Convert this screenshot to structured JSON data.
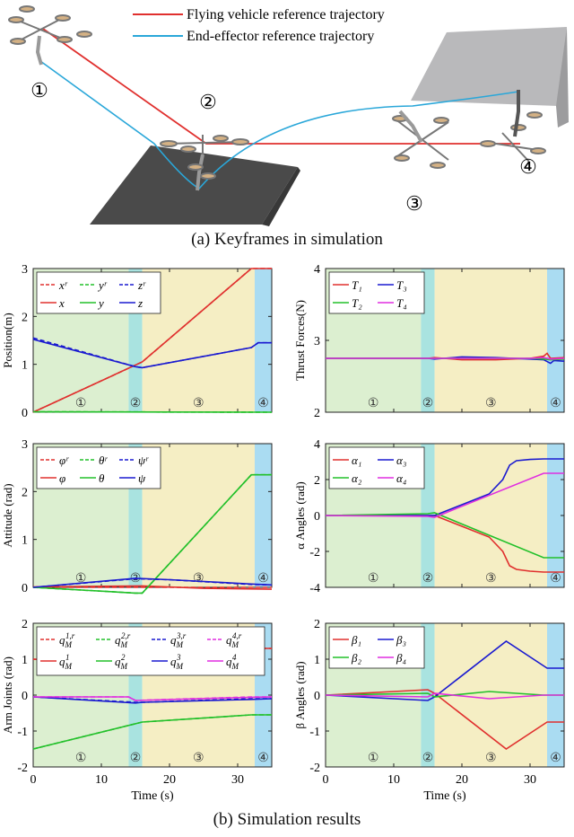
{
  "scene": {
    "legend": [
      {
        "label": "Flying vehicle reference trajectory",
        "color": "#e0302e"
      },
      {
        "label": "End-effector reference trajectory",
        "color": "#2aa7d9"
      }
    ],
    "markers": [
      "①",
      "②",
      "③",
      "④"
    ],
    "caption": "(a) Keyframes in simulation"
  },
  "caption_b": "(b) Simulation results",
  "phases": {
    "labels": [
      "①",
      "②",
      "③",
      "④"
    ],
    "bounds": [
      0,
      14,
      16,
      32.5,
      35
    ],
    "colors": [
      "#dcefd0",
      "#a9e3e0",
      "#f5eec4",
      "#aadcf2"
    ]
  },
  "chart_data": [
    {
      "type": "line",
      "ylabel": "Position(m)",
      "xlim": [
        0,
        35
      ],
      "ylim": [
        0,
        3
      ],
      "yticks": [
        0,
        1,
        2,
        3
      ],
      "xticks": [
        0,
        10,
        20,
        30
      ],
      "xticklabels": [
        "",
        "",
        "",
        ""
      ],
      "legend_cols": 3,
      "series": [
        {
          "name": "xʳ",
          "color": "#e0302e",
          "dash": true,
          "points": [
            [
              0,
              0
            ],
            [
              16,
              1.05
            ],
            [
              32,
              3.0
            ],
            [
              35,
              3.0
            ]
          ]
        },
        {
          "name": "yʳ",
          "color": "#22c02a",
          "dash": true,
          "points": [
            [
              0,
              0.01
            ],
            [
              35,
              0.0
            ]
          ]
        },
        {
          "name": "zʳ",
          "color": "#1a1ad0",
          "dash": true,
          "points": [
            [
              0,
              1.55
            ],
            [
              15,
              0.95
            ],
            [
              16,
              0.93
            ],
            [
              32,
              1.35
            ],
            [
              33,
              1.45
            ],
            [
              35,
              1.45
            ]
          ]
        },
        {
          "name": "x",
          "color": "#e0302e",
          "dash": false,
          "points": [
            [
              0,
              0
            ],
            [
              16,
              1.05
            ],
            [
              32,
              3.0
            ],
            [
              35,
              3.0
            ]
          ]
        },
        {
          "name": "y",
          "color": "#22c02a",
          "dash": false,
          "points": [
            [
              0,
              0.01
            ],
            [
              35,
              0.0
            ]
          ]
        },
        {
          "name": "z",
          "color": "#1a1ad0",
          "dash": false,
          "points": [
            [
              0,
              1.52
            ],
            [
              15,
              0.95
            ],
            [
              16,
              0.93
            ],
            [
              32,
              1.35
            ],
            [
              33,
              1.45
            ],
            [
              35,
              1.45
            ]
          ]
        }
      ]
    },
    {
      "type": "line",
      "ylabel": "Thrust Forces(N)",
      "xlim": [
        0,
        35
      ],
      "ylim": [
        2,
        4
      ],
      "yticks": [
        2,
        3,
        4
      ],
      "xticks": [
        0,
        10,
        20,
        30
      ],
      "xticklabels": [
        "",
        "",
        "",
        ""
      ],
      "legend_cols": 2,
      "series": [
        {
          "name": "T₁",
          "color": "#e0302e",
          "dash": false,
          "points": [
            [
              0,
              2.75
            ],
            [
              15,
              2.75
            ],
            [
              16,
              2.76
            ],
            [
              20,
              2.73
            ],
            [
              25,
              2.73
            ],
            [
              30,
              2.75
            ],
            [
              32,
              2.78
            ],
            [
              32.5,
              2.82
            ],
            [
              33,
              2.75
            ],
            [
              35,
              2.76
            ]
          ]
        },
        {
          "name": "T₃",
          "color": "#1a1ad0",
          "dash": false,
          "points": [
            [
              0,
              2.75
            ],
            [
              15,
              2.75
            ],
            [
              16,
              2.74
            ],
            [
              20,
              2.77
            ],
            [
              25,
              2.76
            ],
            [
              30,
              2.74
            ],
            [
              32,
              2.73
            ],
            [
              33,
              2.68
            ],
            [
              33.5,
              2.72
            ],
            [
              35,
              2.71
            ]
          ]
        },
        {
          "name": "T₂",
          "color": "#22c02a",
          "dash": false,
          "points": [
            [
              0,
              2.75
            ],
            [
              16,
              2.75
            ],
            [
              20,
              2.75
            ],
            [
              25,
              2.75
            ],
            [
              30,
              2.75
            ],
            [
              32,
              2.74
            ],
            [
              33,
              2.73
            ],
            [
              35,
              2.74
            ]
          ]
        },
        {
          "name": "T₄",
          "color": "#e02ee0",
          "dash": false,
          "points": [
            [
              0,
              2.75
            ],
            [
              16,
              2.75
            ],
            [
              20,
              2.75
            ],
            [
              25,
              2.75
            ],
            [
              30,
              2.75
            ],
            [
              32,
              2.76
            ],
            [
              33,
              2.74
            ],
            [
              35,
              2.75
            ]
          ]
        }
      ]
    },
    {
      "type": "line",
      "ylabel": "Attitude (rad)",
      "xlim": [
        0,
        35
      ],
      "ylim": [
        0,
        3
      ],
      "yticks": [
        0,
        1,
        2,
        3
      ],
      "xticks": [
        0,
        10,
        20,
        30
      ],
      "xticklabels": [
        "",
        "",
        "",
        ""
      ],
      "legend_cols": 3,
      "series": [
        {
          "name": "φʳ",
          "color": "#e0302e",
          "dash": true,
          "points": [
            [
              0,
              0
            ],
            [
              35,
              0
            ]
          ]
        },
        {
          "name": "θʳ",
          "color": "#22c02a",
          "dash": true,
          "points": [
            [
              0,
              0
            ],
            [
              15,
              -0.12
            ],
            [
              16,
              -0.12
            ],
            [
              32,
              2.35
            ],
            [
              35,
              2.35
            ]
          ]
        },
        {
          "name": "ψʳ",
          "color": "#1a1ad0",
          "dash": true,
          "points": [
            [
              0,
              0
            ],
            [
              15,
              0.18
            ],
            [
              20,
              0.16
            ],
            [
              32,
              0.06
            ],
            [
              35,
              0.05
            ]
          ]
        },
        {
          "name": "φ",
          "color": "#e0302e",
          "dash": false,
          "points": [
            [
              0,
              0.01
            ],
            [
              16,
              0.03
            ],
            [
              25,
              -0.02
            ],
            [
              35,
              -0.04
            ]
          ]
        },
        {
          "name": "θ",
          "color": "#22c02a",
          "dash": false,
          "points": [
            [
              0,
              0
            ],
            [
              15,
              -0.12
            ],
            [
              16,
              -0.12
            ],
            [
              32,
              2.35
            ],
            [
              35,
              2.35
            ]
          ]
        },
        {
          "name": "ψ",
          "color": "#1a1ad0",
          "dash": false,
          "points": [
            [
              0,
              0
            ],
            [
              15,
              0.19
            ],
            [
              20,
              0.16
            ],
            [
              32,
              0.07
            ],
            [
              35,
              0.05
            ]
          ]
        }
      ]
    },
    {
      "type": "line",
      "ylabel": "α Angles (rad)",
      "xlim": [
        0,
        35
      ],
      "ylim": [
        -4,
        4
      ],
      "yticks": [
        -4,
        -2,
        0,
        2,
        4
      ],
      "xticks": [
        0,
        10,
        20,
        30
      ],
      "xticklabels": [
        "",
        "",
        "",
        ""
      ],
      "legend_cols": 2,
      "series": [
        {
          "name": "α₁",
          "color": "#e0302e",
          "dash": false,
          "points": [
            [
              0,
              0
            ],
            [
              16,
              0
            ],
            [
              20,
              -0.6
            ],
            [
              24,
              -1.2
            ],
            [
              26,
              -2.0
            ],
            [
              27,
              -2.8
            ],
            [
              28,
              -3.0
            ],
            [
              30,
              -3.1
            ],
            [
              32,
              -3.15
            ],
            [
              35,
              -3.15
            ]
          ]
        },
        {
          "name": "α₃",
          "color": "#1a1ad0",
          "dash": false,
          "points": [
            [
              0,
              0
            ],
            [
              16,
              0
            ],
            [
              20,
              0.6
            ],
            [
              24,
              1.2
            ],
            [
              26,
              2.0
            ],
            [
              27,
              2.8
            ],
            [
              28,
              3.05
            ],
            [
              30,
              3.12
            ],
            [
              32,
              3.15
            ],
            [
              35,
              3.15
            ]
          ]
        },
        {
          "name": "α₂",
          "color": "#22c02a",
          "dash": false,
          "points": [
            [
              0,
              0
            ],
            [
              15,
              0.1
            ],
            [
              16,
              0.15
            ],
            [
              32,
              -2.35
            ],
            [
              35,
              -2.35
            ]
          ]
        },
        {
          "name": "α₄",
          "color": "#e02ee0",
          "dash": false,
          "points": [
            [
              0,
              0
            ],
            [
              15,
              -0.05
            ],
            [
              16,
              -0.1
            ],
            [
              32,
              2.35
            ],
            [
              35,
              2.35
            ]
          ]
        }
      ]
    },
    {
      "type": "line",
      "ylabel": "Arm Joints (rad)",
      "xlim": [
        0,
        35
      ],
      "ylim": [
        -2,
        2
      ],
      "yticks": [
        -2,
        -1,
        0,
        1,
        2
      ],
      "xticks": [
        0,
        10,
        20,
        30
      ],
      "xticklabels": [
        "0",
        "10",
        "20",
        "30"
      ],
      "xlabel": "Time (s)",
      "legend_cols": 4,
      "series": [
        {
          "name": "q_M^{1,r}",
          "color": "#e0302e",
          "dash": true,
          "points": [
            [
              0,
              1.0
            ],
            [
              15,
              0.9
            ],
            [
              16,
              0.9
            ],
            [
              32,
              1.3
            ],
            [
              35,
              1.3
            ]
          ]
        },
        {
          "name": "q_M^{2,r}",
          "color": "#22c02a",
          "dash": true,
          "points": [
            [
              0,
              -1.5
            ],
            [
              16,
              -0.75
            ],
            [
              32,
              -0.55
            ],
            [
              35,
              -0.55
            ]
          ]
        },
        {
          "name": "q_M^{3,r}",
          "color": "#1a1ad0",
          "dash": true,
          "points": [
            [
              0,
              -0.05
            ],
            [
              15,
              -0.2
            ],
            [
              16,
              -0.2
            ],
            [
              32,
              -0.1
            ],
            [
              35,
              -0.1
            ]
          ]
        },
        {
          "name": "q_M^{4,r}",
          "color": "#e02ee0",
          "dash": true,
          "points": [
            [
              0,
              -0.05
            ],
            [
              14,
              -0.05
            ],
            [
              15,
              -0.15
            ],
            [
              32,
              -0.05
            ],
            [
              35,
              -0.05
            ]
          ]
        },
        {
          "name": "q_M^1",
          "color": "#e0302e",
          "dash": false,
          "points": [
            [
              0,
              1.0
            ],
            [
              15,
              0.9
            ],
            [
              16,
              0.9
            ],
            [
              32,
              1.3
            ],
            [
              35,
              1.3
            ]
          ]
        },
        {
          "name": "q_M^2",
          "color": "#22c02a",
          "dash": false,
          "points": [
            [
              0,
              -1.5
            ],
            [
              16,
              -0.75
            ],
            [
              32,
              -0.55
            ],
            [
              35,
              -0.55
            ]
          ]
        },
        {
          "name": "q_M^3",
          "color": "#1a1ad0",
          "dash": false,
          "points": [
            [
              0,
              -0.05
            ],
            [
              15,
              -0.22
            ],
            [
              16,
              -0.2
            ],
            [
              32,
              -0.12
            ],
            [
              35,
              -0.1
            ]
          ]
        },
        {
          "name": "q_M^4",
          "color": "#e02ee0",
          "dash": false,
          "points": [
            [
              0,
              -0.05
            ],
            [
              14,
              -0.05
            ],
            [
              15,
              -0.15
            ],
            [
              32,
              -0.06
            ],
            [
              35,
              -0.05
            ]
          ]
        }
      ]
    },
    {
      "type": "line",
      "ylabel": "β Angles (rad)",
      "xlim": [
        0,
        35
      ],
      "ylim": [
        -2,
        2
      ],
      "yticks": [
        -2,
        -1,
        0,
        1,
        2
      ],
      "xticks": [
        0,
        10,
        20,
        30
      ],
      "xticklabels": [
        "0",
        "10",
        "20",
        "30"
      ],
      "xlabel": "Time (s)",
      "legend_cols": 2,
      "series": [
        {
          "name": "β₁",
          "color": "#e0302e",
          "dash": false,
          "points": [
            [
              0,
              0
            ],
            [
              15,
              0.15
            ],
            [
              16,
              0.05
            ],
            [
              26.5,
              -1.5
            ],
            [
              32.5,
              -0.75
            ],
            [
              35,
              -0.75
            ]
          ]
        },
        {
          "name": "β₃",
          "color": "#1a1ad0",
          "dash": false,
          "points": [
            [
              0,
              0
            ],
            [
              15,
              -0.15
            ],
            [
              16,
              -0.05
            ],
            [
              26.5,
              1.5
            ],
            [
              32.5,
              0.75
            ],
            [
              35,
              0.75
            ]
          ]
        },
        {
          "name": "β₂",
          "color": "#22c02a",
          "dash": false,
          "points": [
            [
              0,
              0
            ],
            [
              15,
              0.05
            ],
            [
              16,
              -0.05
            ],
            [
              24,
              0.1
            ],
            [
              32,
              0.0
            ],
            [
              35,
              0.0
            ]
          ]
        },
        {
          "name": "β₄",
          "color": "#e02ee0",
          "dash": false,
          "points": [
            [
              0,
              0
            ],
            [
              15,
              -0.05
            ],
            [
              16,
              0.05
            ],
            [
              24,
              -0.1
            ],
            [
              32,
              0.0
            ],
            [
              35,
              0.0
            ]
          ]
        }
      ]
    }
  ]
}
